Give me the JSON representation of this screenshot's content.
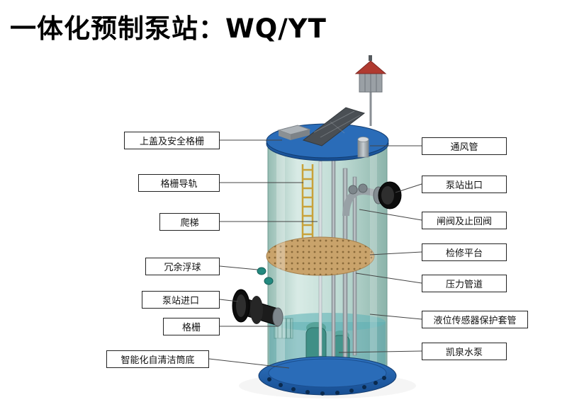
{
  "title": "一体化预制泵站：WQ/YT",
  "labels": {
    "left": [
      {
        "text": "上盖及安全格栅"
      },
      {
        "text": "格栅导轨"
      },
      {
        "text": "爬梯"
      },
      {
        "text": "冗余浮球"
      },
      {
        "text": "泵站进口"
      },
      {
        "text": "格栅"
      },
      {
        "text": "智能化自清洁筒底"
      }
    ],
    "right": [
      {
        "text": "通风管"
      },
      {
        "text": "泵站出口"
      },
      {
        "text": "闸阀及止回阀"
      },
      {
        "text": "检修平台"
      },
      {
        "text": "压力管道"
      },
      {
        "text": "液位传感器保护套管"
      },
      {
        "text": "凯泉水泵"
      }
    ]
  },
  "colors": {
    "lid_blue": "#1d5ca8",
    "lid_blue_dark": "#123c70",
    "glass_teal": "#9fc6bd",
    "platform_tan": "#c9a36b",
    "flange_black": "#111111",
    "roof_red": "#b03a30",
    "ladder_yellow": "#c8a23a",
    "water_teal": "#4aa0a8",
    "line_gray": "#444444"
  }
}
